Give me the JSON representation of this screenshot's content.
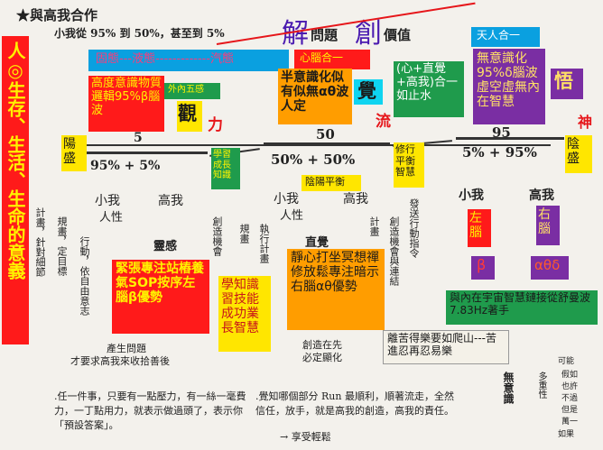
{
  "book": {
    "title": "★與高我合作",
    "subtitle": "小我從 95% 到 50%，甚至到 5%",
    "tick_left": "5",
    "tick_mid": "50",
    "tick_right": "95",
    "stage1_ratio": "95% + 5%",
    "stage2_ratio": "50% + 50%",
    "stage3_ratio": "5% + 95%",
    "small_self": "小我",
    "high_self": "高我",
    "humanity": "人性",
    "ling_gan": "靈感",
    "zhi_jue": "直覺",
    "wu_yi_shi": "無意識",
    "col_plan": "計畫，針對細節",
    "col_rules": "規畫，定目標",
    "col_act": "行動，依自由意志",
    "col_create": "創造機會",
    "col_rule2": "規畫",
    "col_exec": "執行計畫",
    "col_plan2": "計畫",
    "col_create2": "創造機會與連結",
    "col_develop": "發送行動指令",
    "problem1": "產生問題",
    "problem2": "才要求高我來收拾善後",
    "create1": "創造在先",
    "create2": "必定顯化",
    "para1": ".任一件事，只要有一點壓力，有一絲一毫費力，一丁點用力，就表示做過頭了，表示你「預設答案」。",
    "para2": ".覺知哪個部分 Run 最順利，順著流走，全然信任，放手，就是高我的創造，高我的責任。",
    "para2_end": "→ 享受輕鬆",
    "arrow_label": "多重性",
    "options": [
      "可能",
      "假如",
      "也許",
      "不過",
      "但是",
      "萬一",
      "如果"
    ]
  },
  "overlay": {
    "side_title": "人◎生存、生活、生命的意義",
    "solve": "解",
    "solve_suffix": "問題",
    "create": "創",
    "create_suffix": "價值",
    "tianren": "天人合一",
    "states": "固態---液態-------------汽態",
    "xinnao": "心腦合一",
    "high_conscious": "高度意識物質邏輯95%β腦波",
    "wai_nei": "外內五感",
    "guan": "觀",
    "li": "力",
    "semi_conscious": "半意識化似有似無αθ波人定",
    "jue": "覺",
    "liu": "流",
    "he_yi": "(心+直覺+高我)合一如止水",
    "unconscious": "無意識化95%δ腦波虛空虛無內在智慧",
    "wu": "悟",
    "shen": "神",
    "yang_sheng": "陽盛",
    "yin_sheng": "陰盛",
    "learn": "學習成長知識",
    "yin_yang": "陰陽平衡",
    "practice": "修行平衡智慧",
    "left_brain": "左腦",
    "right_brain": "右腦",
    "beta": "β",
    "alpha_theta_delta": "αθδ",
    "tension": "緊張專注站樁養氣SOP按序左腦β優勢",
    "learn_list": "學知識習技能成功業長智慧",
    "calm": "靜心打坐冥想禪修放鬆專注暗示右腦αθ優勢",
    "cosmic": "與內在宇宙智慧鏈接從舒曼波7.83Hz著手",
    "hard_easy": "離苦得樂要如爬山---苦進忍再忍易樂"
  }
}
